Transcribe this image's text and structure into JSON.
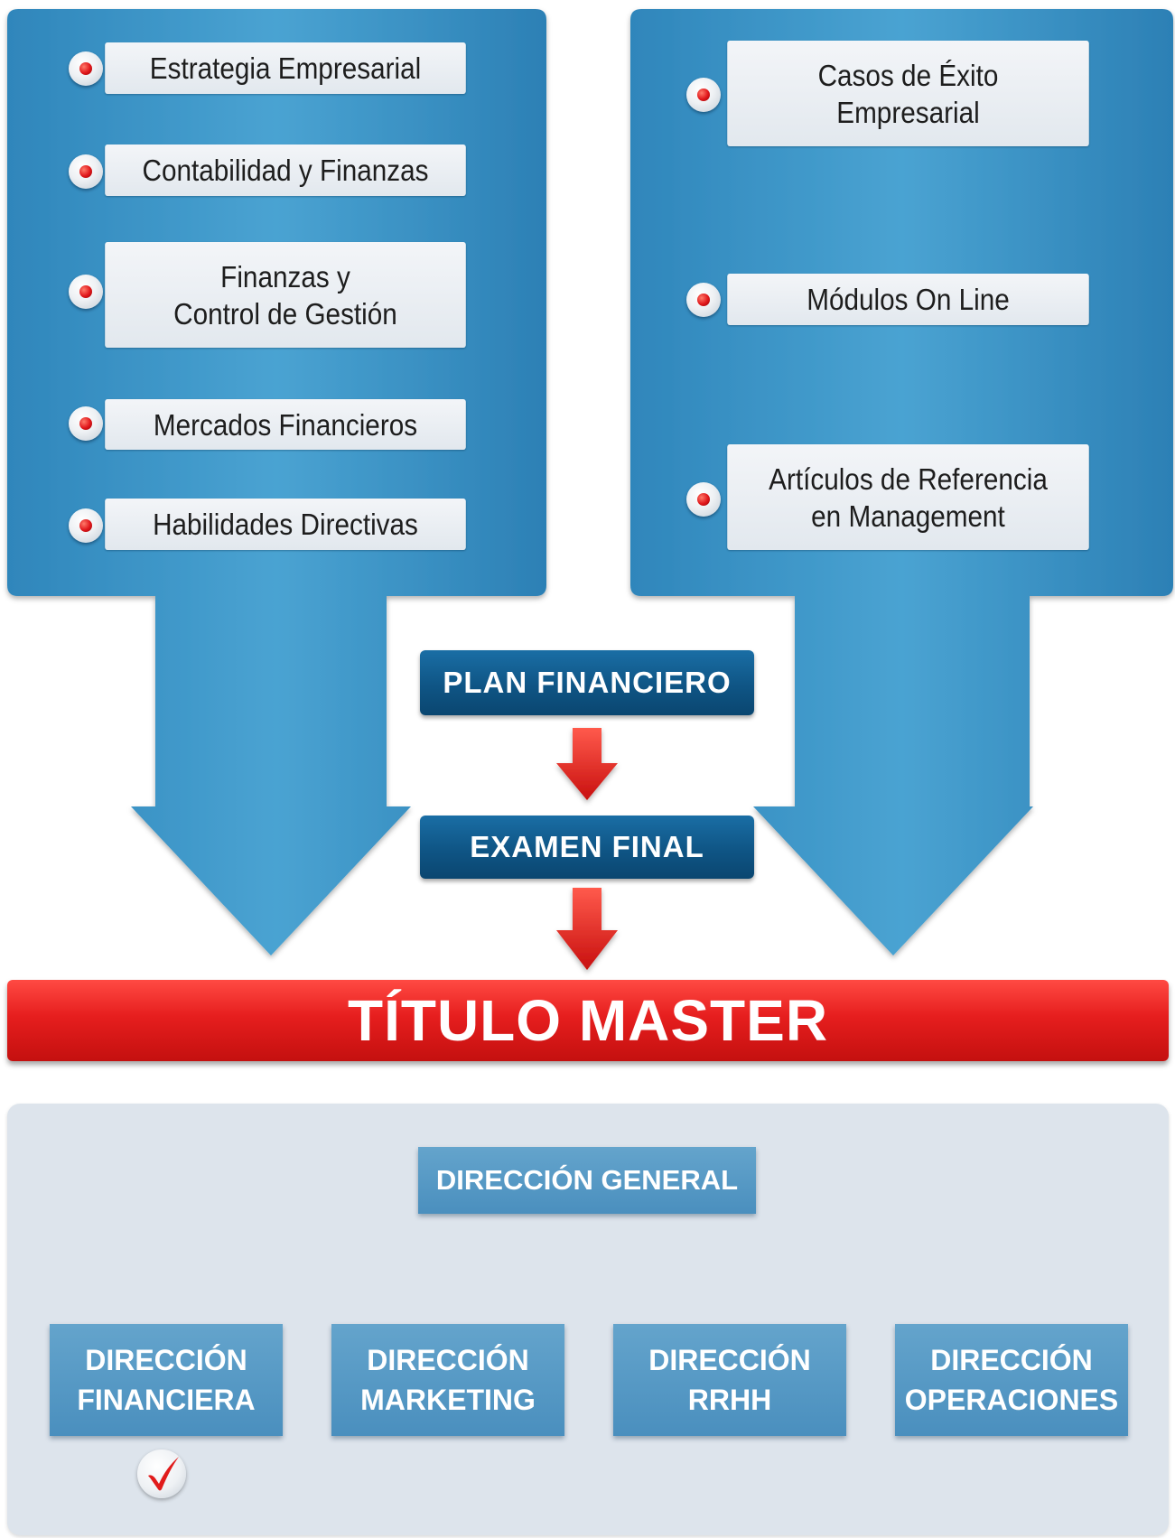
{
  "left_modules": [
    "Estrategia Empresarial",
    "Contabilidad y Finanzas",
    "Finanzas y\nControl de Gestión",
    "Mercados Financieros",
    "Habilidades Directivas"
  ],
  "right_modules": [
    "Casos de Éxito\nEmpresarial",
    "Módulos On Line",
    "Artículos de Referencia\nen Management"
  ],
  "steps": {
    "plan": "PLAN FINANCIERO",
    "exam": "EXAMEN FINAL"
  },
  "titulo": "TÍTULO MASTER",
  "org": {
    "root": "DIRECCIÓN GENERAL",
    "children": [
      "DIRECCIÓN\nFINANCIERA",
      "DIRECCIÓN\nMARKETING",
      "DIRECCIÓN\nRRHH",
      "DIRECCIÓN\nOPERACIONES"
    ]
  },
  "colors": {
    "panel_blue": "#3d94c6",
    "accent_red": "#e32121",
    "dark_blue": "#0f5585"
  },
  "icons": {
    "bullet": "red-dot-bullet-icon",
    "check": "red-checkmark-icon"
  }
}
